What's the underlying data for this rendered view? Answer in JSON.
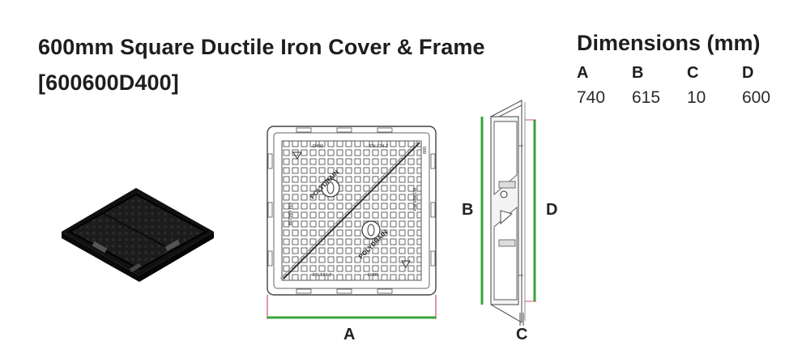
{
  "product": {
    "title_line1": "600mm Square Ductile Iron Cover & Frame",
    "title_line2": "[600600D400]"
  },
  "dimensions": {
    "heading": "Dimensions (mm)",
    "columns": [
      "A",
      "B",
      "C",
      "D"
    ],
    "values": [
      "740",
      "615",
      "10",
      "600"
    ]
  },
  "drawing": {
    "labels": {
      "a": "A",
      "b": "B",
      "c": "C",
      "d": "D"
    },
    "cover_markings": {
      "brand": "POLYDRAIN",
      "class": "D400",
      "standard": "EN 124-2",
      "cert": "KM 684238",
      "size": "600"
    },
    "dimension_line_color": "#3aa33a",
    "dimension_tick_color": "#c0304a"
  }
}
